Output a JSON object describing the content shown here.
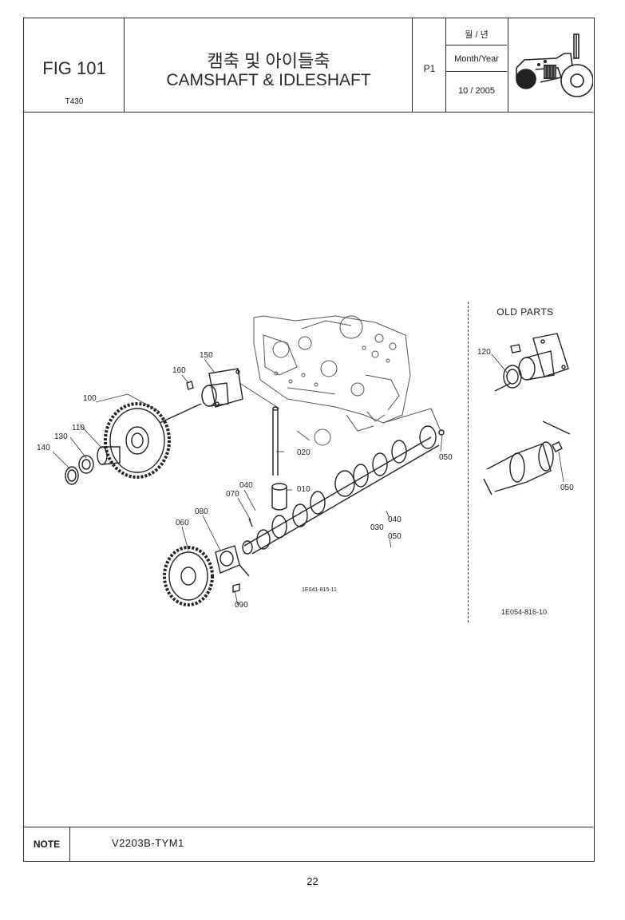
{
  "header": {
    "fig_label": "FIG 101",
    "model": "T430",
    "title_korean": "캠축 및 아이들축",
    "title_english": "CAMSHAFT & IDLESHAFT",
    "page": "P1",
    "date_label_korean": "월 / 년",
    "date_label_english": "Month/Year",
    "date_value": "10 / 2005",
    "logo_icon": "tractor-icon"
  },
  "diagram": {
    "callouts": {
      "c010": "010",
      "c020": "020",
      "c030": "030",
      "c040_a": "040",
      "c040_b": "040",
      "c050_a": "050",
      "c050_b": "050",
      "c060": "060",
      "c070": "070",
      "c080": "080",
      "c090": "090",
      "c100": "100",
      "c110": "110",
      "c130": "130",
      "c140": "140",
      "c150": "150",
      "c160": "160"
    },
    "ref_code": "1E041-815-11"
  },
  "old_parts": {
    "title": "OLD PARTS",
    "callouts": {
      "c120": "120",
      "c050": "050"
    },
    "ref_code": "1E054-816-10"
  },
  "note": {
    "label": "NOTE",
    "value": "V2203B-TYM1"
  },
  "footer": {
    "page_number": "22"
  }
}
